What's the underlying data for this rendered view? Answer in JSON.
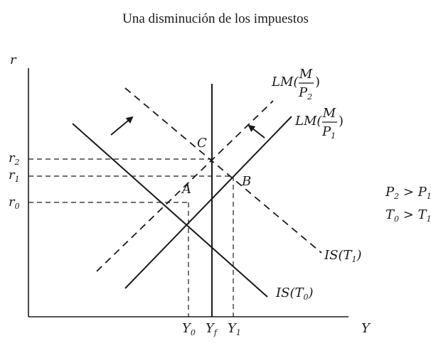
{
  "title": "Una disminución de los impuestos",
  "axes": {
    "y_label": "r",
    "x_label": "Y"
  },
  "points": {
    "a": "A",
    "b": "B",
    "c": "C"
  },
  "r_ticks": [
    {
      "base": "r",
      "sub": "2"
    },
    {
      "base": "r",
      "sub": "1"
    },
    {
      "base": "r",
      "sub": "0"
    }
  ],
  "y_ticks": [
    {
      "base": "Y",
      "sub": "0"
    },
    {
      "base": "Y",
      "sub": "f"
    },
    {
      "base": "Y",
      "sub": "1"
    }
  ],
  "curves": {
    "lm2": {
      "prefix": "LM(",
      "num": "M",
      "den_base": "P",
      "den_sub": "2",
      "suffix": ")"
    },
    "lm1": {
      "prefix": "LM(",
      "num": "M",
      "den_base": "P",
      "den_sub": "1",
      "suffix": ")"
    },
    "is1": {
      "prefix": "IS(",
      "base": "T",
      "sub": "1",
      "suffix": ")"
    },
    "is0": {
      "prefix": "IS(",
      "base": "T",
      "sub": "0",
      "suffix": ")"
    }
  },
  "conditions": [
    {
      "l_base": "P",
      "l_sub": "2",
      "op": " > ",
      "r_base": "P",
      "r_sub": "1"
    },
    {
      "l_base": "T",
      "l_sub": "0",
      "op": " > ",
      "r_base": "T",
      "r_sub": "1"
    }
  ],
  "icons": {
    "shift_arrow_is": "arrow-up-right-icon",
    "shift_arrow_lm": "arrow-up-left-icon"
  }
}
